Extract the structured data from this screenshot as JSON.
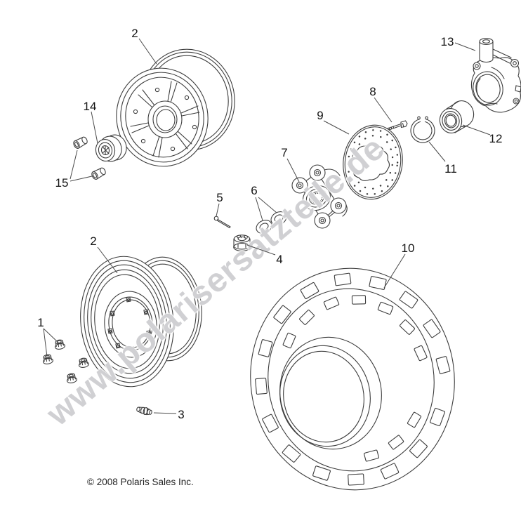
{
  "page": {
    "background": "#ffffff",
    "line_color": "#3d3d3d"
  },
  "watermark": {
    "text": "www.polarisersatzteile.de",
    "color": "#bcbcc2"
  },
  "footer": {
    "copyright": "© 2008 Polaris Sales Inc."
  },
  "callouts": {
    "wheel_cast": "2",
    "hub_cap": "14",
    "wheel_nuts": "15",
    "knuckle": "13",
    "bolt": "8",
    "brake_disc": "9",
    "hub": "7",
    "bearing": "12",
    "snap_ring": "11",
    "cotter_pin": "5",
    "washers": "6",
    "castle_nut": "4",
    "wheel_steel": "2",
    "lug_nuts": "1",
    "valve_stem": "3",
    "tire": "10"
  }
}
